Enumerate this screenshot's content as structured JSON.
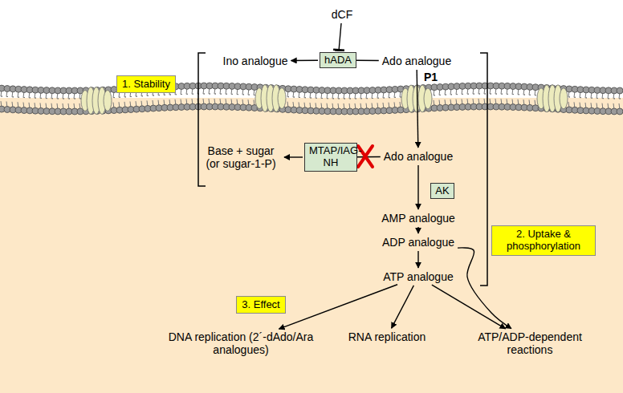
{
  "diagram": {
    "nodes": [
      {
        "text": [
          "dCF"
        ]
      },
      {
        "text": [
          "1. Stability"
        ]
      },
      {
        "text": [
          "Ino analogue"
        ]
      },
      {
        "text": [
          "hADA"
        ]
      },
      {
        "text": [
          "Ado analogue"
        ]
      },
      {
        "text": [
          "Base + sugar (or sugar-1-P)"
        ]
      },
      {
        "text": [
          "MTAP/IAG-NH"
        ]
      },
      {
        "text": [
          "Ado analogue"
        ]
      },
      {
        "text": [
          "AK"
        ]
      },
      {
        "text": [
          "AMP analogue"
        ]
      },
      {
        "text": [
          "2. Uptake & phosphorylation"
        ]
      },
      {
        "text": [
          "ADP analogue"
        ]
      },
      {
        "text": [
          "ATP analogue"
        ]
      },
      {
        "text": [
          "3. Effect"
        ]
      },
      {
        "text": [
          "DNA replication (2´-dAdo/Ara analogues)"
        ]
      },
      {
        "text": [
          "RNA replication"
        ]
      },
      {
        "text": [
          "ATP/ADP-dependent reactions"
        ]
      }
    ],
    "edges": [
      {
        "from": 0,
        "to": 3,
        "arrow": "to"
      },
      {
        "from": 4,
        "to": 3,
        "arrow": "none"
      },
      {
        "from": 3,
        "to": 2,
        "arrow": "to"
      },
      {
        "from": 4,
        "to": 7,
        "arrow": "to"
      },
      {
        "from": 7,
        "to": 6,
        "arrow": "none"
      },
      {
        "from": 6,
        "to": 5,
        "arrow": "to"
      },
      {
        "from": 7,
        "to": 9,
        "arrow": "to"
      },
      {
        "from": 9,
        "to": 11,
        "arrow": "to"
      },
      {
        "from": 11,
        "to": 12,
        "arrow": "to"
      },
      {
        "from": 12,
        "to": 14,
        "arrow": "to"
      },
      {
        "from": 12,
        "to": 15,
        "arrow": "to"
      },
      {
        "from": 12,
        "to": 16,
        "arrow": "to"
      },
      {
        "from": 11,
        "to": 16,
        "arrow": "to"
      }
    ],
    "labels": [
      "P1"
    ]
  }
}
